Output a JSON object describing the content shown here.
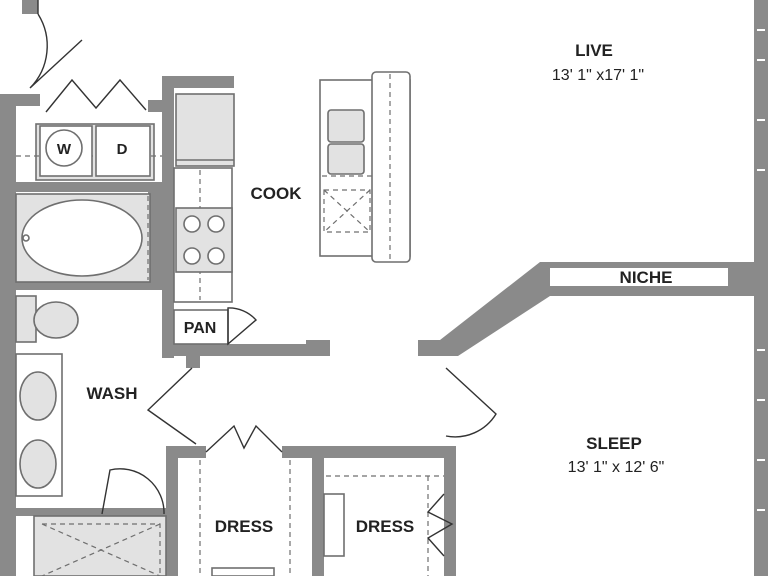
{
  "colors": {
    "wall": "#8a8a8a",
    "fixture_fill": "#e2e2e2",
    "background": "#ffffff",
    "text": "#222222"
  },
  "rooms": {
    "live": {
      "name": "LIVE",
      "dims": "13' 1\" x17' 1\""
    },
    "cook": {
      "name": "COOK"
    },
    "niche": {
      "name": "NICHE"
    },
    "pan": {
      "name": "PAN"
    },
    "wash": {
      "name": "WASH"
    },
    "sleep": {
      "name": "SLEEP",
      "dims": "13' 1\" x 12' 6\""
    },
    "dress_left": {
      "name": "DRESS"
    },
    "dress_right": {
      "name": "DRESS"
    }
  },
  "appliances": {
    "washer": "W",
    "dryer": "D"
  }
}
